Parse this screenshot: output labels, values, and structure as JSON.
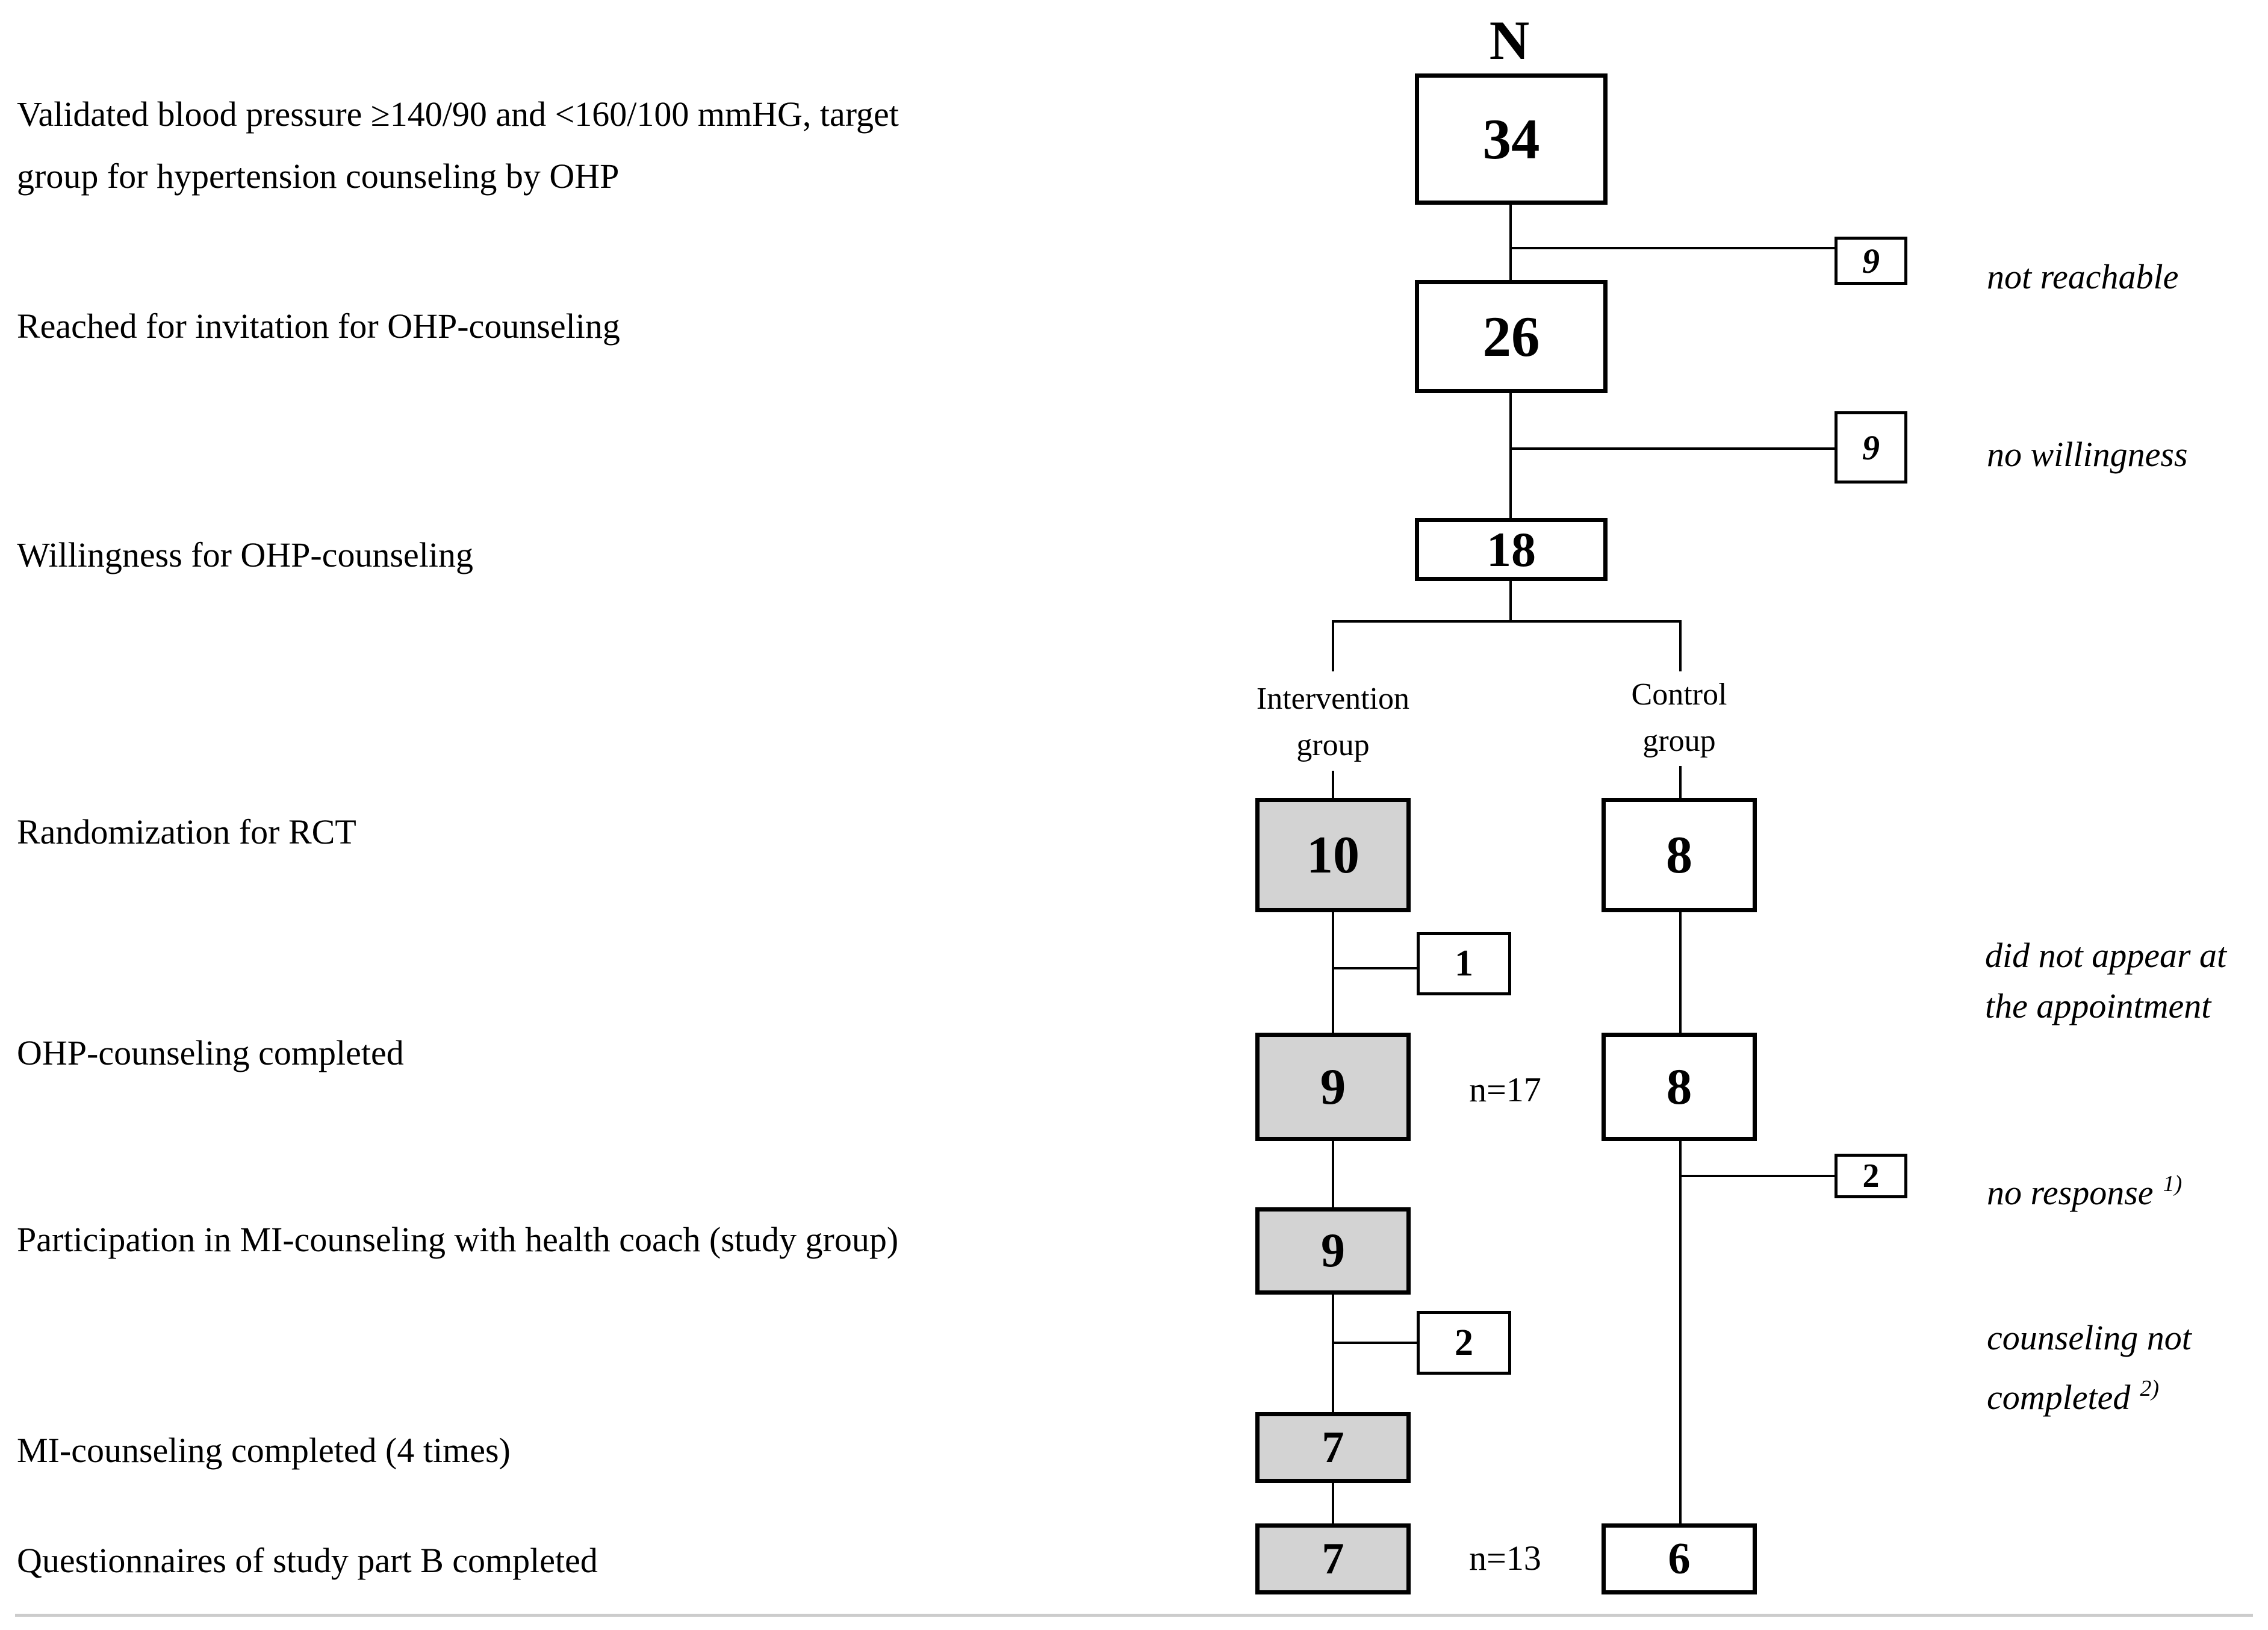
{
  "colors": {
    "box_border": "#000000",
    "intervention_fill": "#d3d3d3",
    "control_fill": "#ffffff",
    "connector": "#000000",
    "divider": "#cccccc"
  },
  "stage_labels": [
    {
      "lines": [
        "Validated blood pressure ≥140/90 and <160/100 mmHG, target",
        "group for hypertension counseling by OHP"
      ]
    },
    {
      "lines": [
        "Reached for invitation for OHP-counseling"
      ]
    },
    {
      "lines": [
        "Willingness for OHP-counseling"
      ]
    },
    {
      "lines": [
        "Randomization for RCT"
      ]
    },
    {
      "lines": [
        "OHP-counseling completed"
      ]
    },
    {
      "lines": [
        "Participation in MI-counseling with health coach (study group)"
      ]
    },
    {
      "lines": [
        "MI-counseling completed (4 times)"
      ]
    },
    {
      "lines": [
        "Questionnaires of study part B completed"
      ]
    }
  ],
  "flow": {
    "n_header": "N",
    "total": "34",
    "reached": "26",
    "willing": "18"
  },
  "groups": {
    "intervention": {
      "label_lines": [
        "Intervention",
        "group"
      ],
      "randomized": "10",
      "ohp_completed": "9",
      "mi_participation": "9",
      "mi_completed": "7",
      "questionnaires_completed": "7"
    },
    "control": {
      "label_lines": [
        "Control",
        "group"
      ],
      "randomized": "8",
      "ohp_completed": "8",
      "questionnaires_completed": "6"
    }
  },
  "subtotals": {
    "after_ohp": "n=17",
    "final": "n=13"
  },
  "exits": [
    {
      "value": "9",
      "label_lines": [
        "not reachable"
      ]
    },
    {
      "value": "9",
      "label_lines": [
        "no willingness"
      ]
    },
    {
      "value": "1",
      "label_lines": [
        "did not appear at",
        "the appointment"
      ]
    },
    {
      "value": "2",
      "label_lines": [
        "no response"
      ],
      "superscript": "1)"
    },
    {
      "value": "2",
      "label_lines": [
        "counseling not",
        "completed"
      ],
      "superscript": "2)"
    }
  ]
}
